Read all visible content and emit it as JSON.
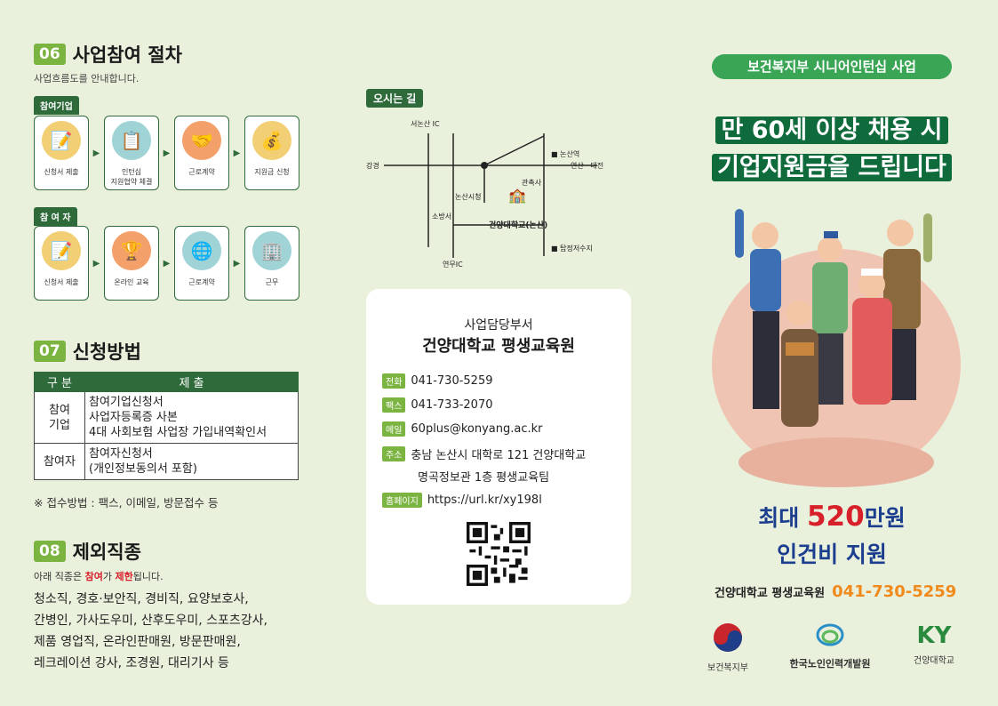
{
  "procedure": {
    "num": "06",
    "title": "사업참여 절차",
    "subtitle": "사업흐름도를 안내합니다.",
    "company_tag": "참여기업",
    "company_steps": [
      {
        "label": "신청서 제출",
        "icon": "document-icon"
      },
      {
        "label": "인턴십\n지원협약 체결",
        "icon": "contract-icon"
      },
      {
        "label": "근로계약",
        "icon": "handshake-icon"
      },
      {
        "label": "지원금 신청",
        "icon": "money-document-icon"
      }
    ],
    "participant_tag": "참 여 자",
    "participant_steps": [
      {
        "label": "신청서 제출",
        "icon": "document-icon"
      },
      {
        "label": "온라인 교육",
        "icon": "trophy-icon"
      },
      {
        "label": "근로계약",
        "icon": "globe-people-icon"
      },
      {
        "label": "근무",
        "icon": "building-icon"
      }
    ]
  },
  "apply": {
    "num": "07",
    "title": "신청방법",
    "head_category": "구 분",
    "head_docs": "제 출",
    "rows": [
      {
        "category": "참여\n기업",
        "docs": "참여기업신청서\n사업자등록증 사본\n4대 사회보험 사업장 가입내역확인서"
      },
      {
        "category": "참여자",
        "docs": "참여자신청서\n(개인정보동의서 포함)"
      }
    ],
    "note": "※ 접수방법 : 팩스, 이메일, 방문접수 등"
  },
  "excluded": {
    "num": "08",
    "title": "제외직종",
    "sub_pre": "아래 직종은 ",
    "sub_red1": "참여",
    "sub_mid": "가 ",
    "sub_red2": "제한",
    "sub_post": "됩니다.",
    "list": "청소직, 경호·보안직, 경비직, 요양보호사,\n간병인, 가사도우미, 산후도우미, 스포츠강사,\n제품 영업직, 온라인판매원, 방문판매원,\n레크레이션 강사, 조경원, 대리기사 등"
  },
  "map": {
    "tag": "오시는 길",
    "labels": {
      "seononsan_ic": "서논산 IC",
      "gangyeong": "강경",
      "yeonsan": "연산 · 대전",
      "nonsan_station": "■ 논산역",
      "gwanchoksa": "관촉사",
      "nonsan_cityhall": "논산시청",
      "fire_station": "소방서",
      "university": "건양대학교(논산)",
      "tapjeong": "■ 탑정저수지",
      "yeonmu_ic": "연무IC"
    }
  },
  "contact": {
    "dept": "사업담당부서",
    "org": "건양대학교 평생교육원",
    "phone_label": "전화",
    "phone": "041-730-5259",
    "fax_label": "팩스",
    "fax": "041-733-2070",
    "mail_label": "메일",
    "mail": "60plus@konyang.ac.kr",
    "addr_label": "주소",
    "addr1": "충남 논산시 대학로 121 건양대학교",
    "addr2": "명곡정보관 1층 평생교육팀",
    "web_label": "홈페이지",
    "web": "https://url.kr/xy198l"
  },
  "cover": {
    "pill": "보건복지부 시니어인턴십 사업",
    "headline1": "만 60세 이상 채용 시",
    "headline2": "기업지원금을 드립니다",
    "max_pre": "최대 ",
    "max_num": "520",
    "max_post": "만원",
    "max_line2": "인건비 지원",
    "footer_org": "건양대학교 평생교육원",
    "footer_phone": "041-730-5259",
    "logos": {
      "mohw": "보건복지부",
      "kordi": "한국노인인력개발원",
      "konyang": "건양대학교"
    }
  },
  "colors": {
    "background": "#e9f0dc",
    "dark_green": "#2f6b3a",
    "light_green": "#7cb442",
    "headline_green": "#0f6b3b",
    "blue": "#1c3e8f",
    "red": "#d8202b",
    "orange": "#f08a1c"
  }
}
